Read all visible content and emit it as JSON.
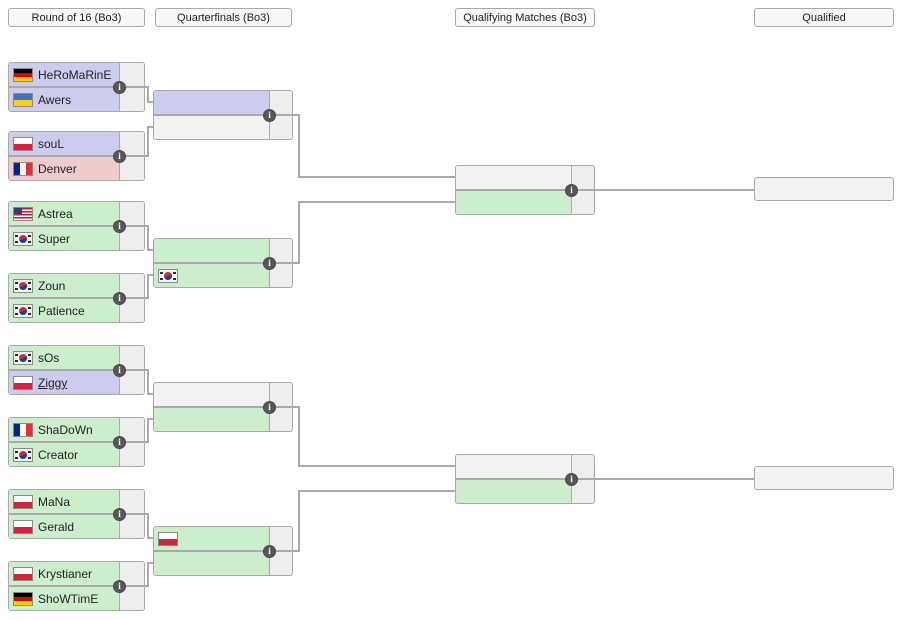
{
  "round_headers": [
    {
      "label": "Round of 16 (Bo3)"
    },
    {
      "label": "Quarterfinals (Bo3)"
    },
    {
      "label": "Qualifying Matches (Bo3)"
    },
    {
      "label": "Qualified"
    }
  ],
  "info_icon_glyph": "i",
  "colors": {
    "terran_slot": "#ccccee",
    "protoss_slot": "#cceecc",
    "zerg_slot": "#eecccc",
    "empty_slot": "#f2f2f2",
    "score_cell": "#eeeeee",
    "border": "#aaaaaa",
    "connector": "#aaaaaa",
    "info_icon_bg": "#575757"
  },
  "rounds": {
    "round_of_16": [
      {
        "players": [
          {
            "name": "HeRoMaRinE",
            "flag": "de",
            "style": "terran"
          },
          {
            "name": "Awers",
            "flag": "ua",
            "style": "terran"
          }
        ]
      },
      {
        "players": [
          {
            "name": "souL",
            "flag": "pl",
            "style": "terran"
          },
          {
            "name": "Denver",
            "flag": "fr",
            "style": "zerg"
          }
        ]
      },
      {
        "players": [
          {
            "name": "Astrea",
            "flag": "us",
            "style": "protoss"
          },
          {
            "name": "Super",
            "flag": "kr",
            "style": "protoss"
          }
        ]
      },
      {
        "players": [
          {
            "name": "Zoun",
            "flag": "kr",
            "style": "protoss"
          },
          {
            "name": "Patience",
            "flag": "kr",
            "style": "protoss"
          }
        ]
      },
      {
        "players": [
          {
            "name": "sOs",
            "flag": "kr",
            "style": "protoss"
          },
          {
            "name": "Ziggy",
            "flag": "pl",
            "style": "terran",
            "underlined": true
          }
        ]
      },
      {
        "players": [
          {
            "name": "ShaDoWn",
            "flag": "fr",
            "style": "protoss"
          },
          {
            "name": "Creator",
            "flag": "kr",
            "style": "protoss"
          }
        ]
      },
      {
        "players": [
          {
            "name": "MaNa",
            "flag": "pl",
            "style": "protoss"
          },
          {
            "name": "Gerald",
            "flag": "pl",
            "style": "protoss"
          }
        ]
      },
      {
        "players": [
          {
            "name": "Krystianer",
            "flag": "pl",
            "style": "protoss"
          },
          {
            "name": "ShoWTimE",
            "flag": "de",
            "style": "protoss"
          }
        ]
      }
    ],
    "quarterfinals": [
      {
        "players": [
          {
            "name": "",
            "flag": "",
            "style": "terran"
          },
          {
            "name": "",
            "flag": "",
            "style": "empty"
          }
        ]
      },
      {
        "players": [
          {
            "name": "",
            "flag": "",
            "style": "protoss"
          },
          {
            "name": "",
            "flag": "kr",
            "style": "protoss"
          }
        ]
      },
      {
        "players": [
          {
            "name": "",
            "flag": "",
            "style": "empty"
          },
          {
            "name": "",
            "flag": "",
            "style": "protoss"
          }
        ]
      },
      {
        "players": [
          {
            "name": "",
            "flag": "pl",
            "style": "protoss"
          },
          {
            "name": "",
            "flag": "",
            "style": "protoss"
          }
        ]
      }
    ],
    "qualifying_matches": [
      {
        "players": [
          {
            "name": "",
            "flag": "",
            "style": "empty"
          },
          {
            "name": "",
            "flag": "",
            "style": "protoss"
          }
        ]
      },
      {
        "players": [
          {
            "name": "",
            "flag": "",
            "style": "empty"
          },
          {
            "name": "",
            "flag": "",
            "style": "protoss"
          }
        ]
      }
    ],
    "qualified": [
      {
        "label": ""
      },
      {
        "label": ""
      }
    ]
  }
}
